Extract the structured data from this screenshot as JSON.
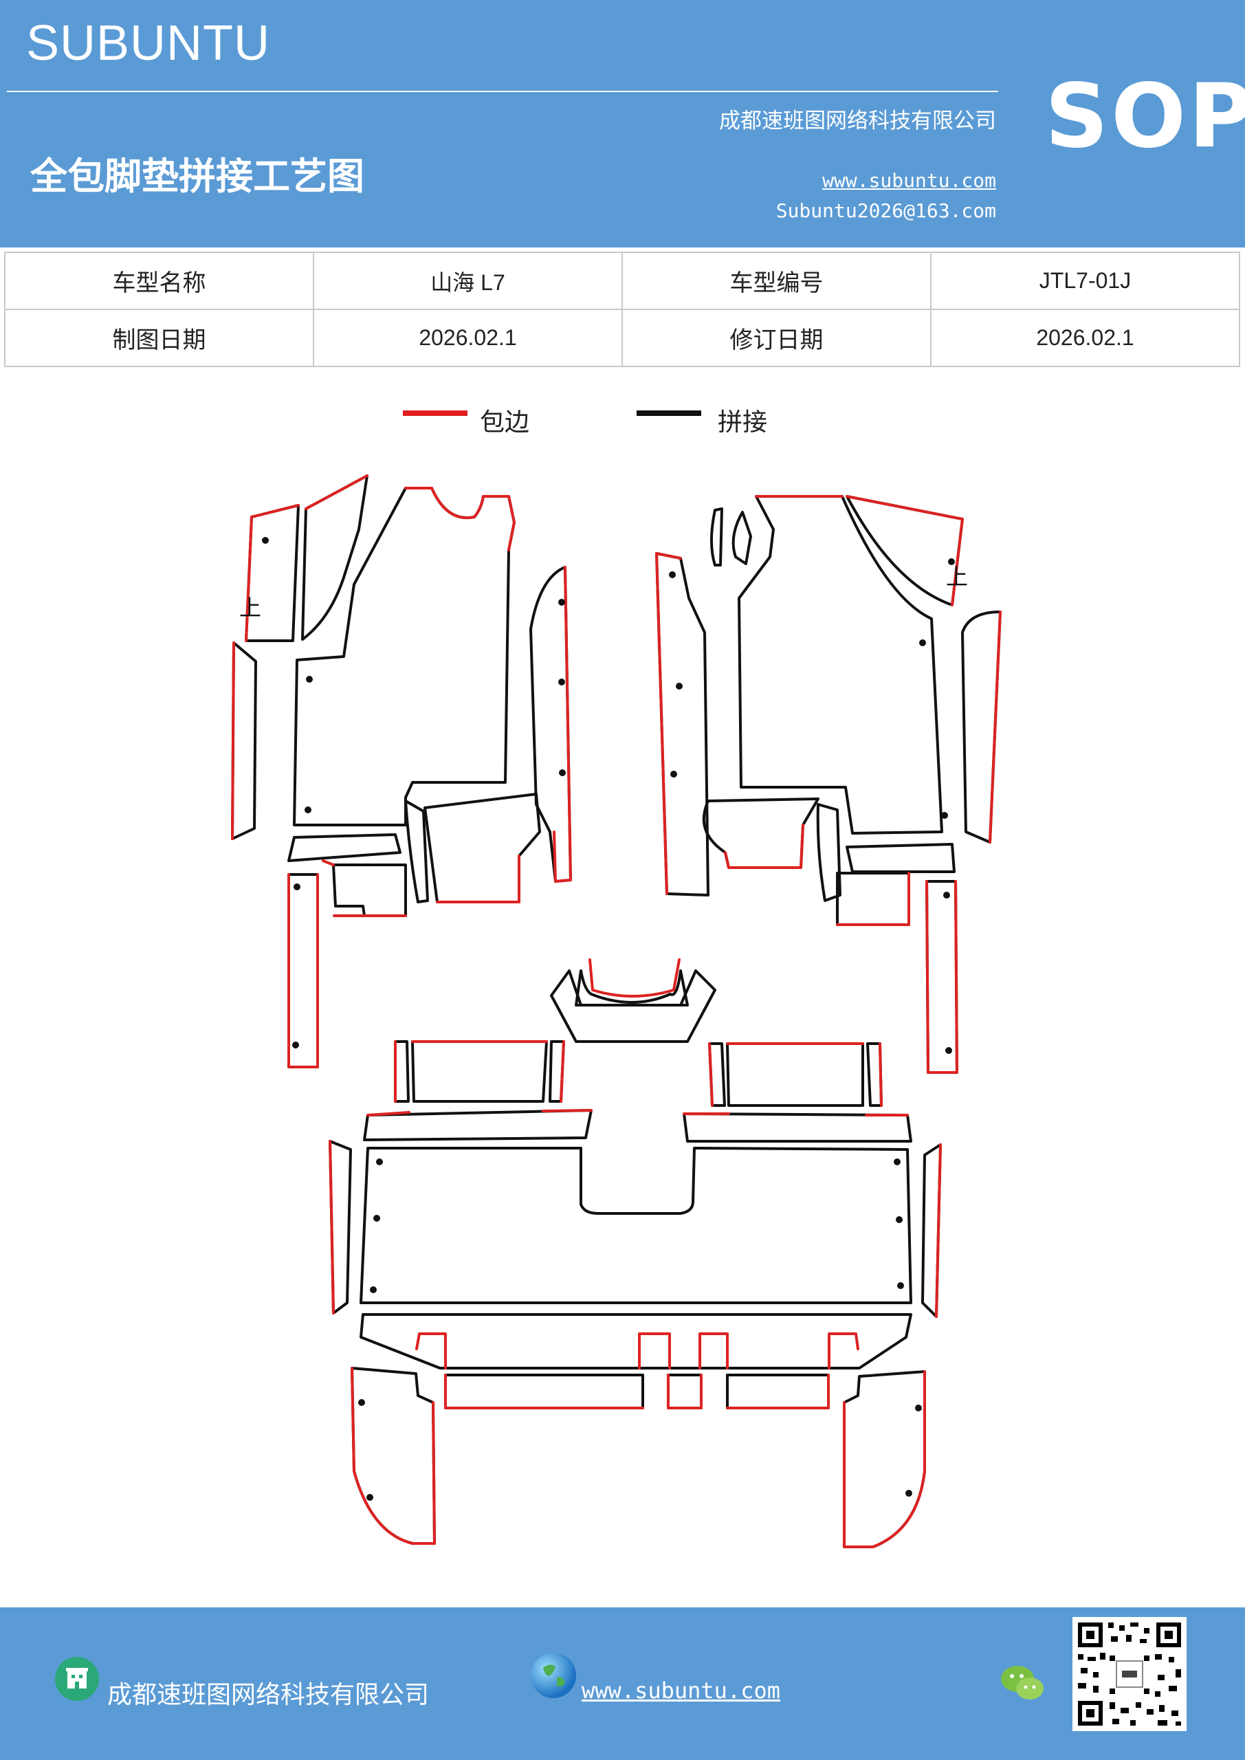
{
  "header": {
    "brand": "SUBUNTU",
    "sop_label": "SOP",
    "title": "全包脚垫拼接工艺图",
    "company": "成都速班图网络科技有限公司",
    "website": "www.subuntu.com",
    "email": "Subuntu2026@163.com"
  },
  "info_table": {
    "model_name_label": "车型名称",
    "model_name_value": "山海 L7",
    "model_code_label": "车型编号",
    "model_code_value": "JTL7-01J",
    "draw_date_label": "制图日期",
    "draw_date_value": "2026.02.1",
    "revise_date_label": "修订日期",
    "revise_date_value": "2026.02.1"
  },
  "legend": {
    "edge_label": "包边",
    "edge_color": "#e02020",
    "join_label": "拼接",
    "join_color": "#111111"
  },
  "diagram": {
    "up_mark_left": "上",
    "up_mark_right": "上"
  },
  "footer": {
    "company": "成都速班图网络科技有限公司",
    "website": "www.subuntu.com",
    "icons": [
      "building-icon",
      "globe-icon",
      "wechat-icon",
      "qr-code"
    ]
  }
}
